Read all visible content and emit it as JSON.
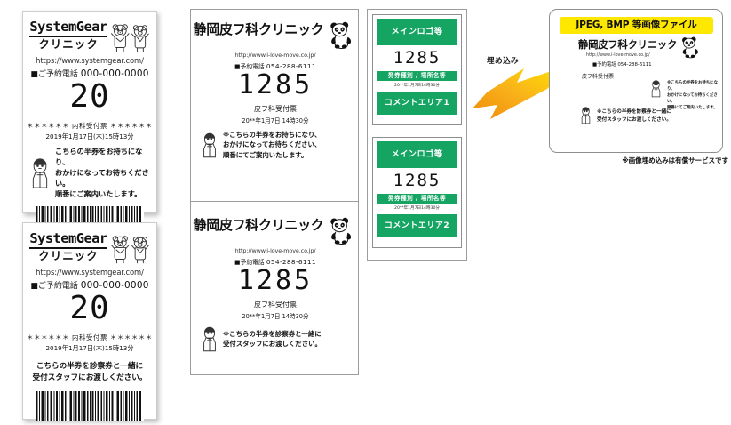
{
  "left_tickets": [
    {
      "brand": "SystemGear",
      "brand_sub": "クリニック",
      "url": "https://www.systemgear.com/",
      "tel_label": "■ご予約電話",
      "tel": "000-000-0000",
      "number": "20",
      "stars": "＊＊＊＊＊＊ 内科受付票 ＊＊＊＊＊＊",
      "datetime": "2019年1月17日(木)15時13分",
      "message": "こちらの半券をお持ちになり、\nおかけになってお待ちください。\n順番にご案内いたします。",
      "message_lines": [
        "こちらの半券をお持ちになり、",
        "おかけになってお待ちください。",
        "順番にご案内いたします。"
      ],
      "icon": "nurse-icon",
      "barcode": "barcode-image"
    },
    {
      "brand": "SystemGear",
      "brand_sub": "クリニック",
      "url": "https://www.systemgear.com/",
      "tel_label": "■ご予約電話",
      "tel": "000-000-0000",
      "number": "20",
      "stars": "＊＊＊＊＊＊ 内科受付票 ＊＊＊＊＊＊",
      "datetime": "2019年1月17日(木)15時13分",
      "message_lines": [
        "こちらの半券を診察券と一緒に",
        "受付スタッフにお渡しください。"
      ],
      "barcode": "barcode-image"
    }
  ],
  "clinic_tickets": [
    {
      "title": "静岡皮フ科クリニック",
      "url": "http://www.i-love-move.co.jp/",
      "tel_label": "■予約電話",
      "tel": "054-288-6111",
      "number": "1285",
      "kind": "皮フ科受付票",
      "datetime": "20**年1月7日 14時30分",
      "message_lines": [
        "※こちらの半券をお持ちになり、",
        "おかけになってお待ちください、",
        "順番にてご案内いたします。"
      ],
      "icon": "panda-icon"
    },
    {
      "title": "静岡皮フ科クリニック",
      "url": "http://www.i-love-move.co.jp/",
      "tel_label": "■予約電話",
      "tel": "054-288-6111",
      "number": "1285",
      "kind": "皮フ科受付票",
      "datetime": "20**年1月7日 14時30分",
      "message_lines": [
        "※こちらの半券を診察券と一緒に",
        "受付スタッフにお渡しください。"
      ],
      "icon": "panda-icon"
    }
  ],
  "templates": [
    {
      "logo_band": "メインロゴ等",
      "number": "1285",
      "kind_band": "発券種別 / 場所名等",
      "datetime": "20**年1月7日14時30分",
      "comment_band": "コメントエリア1"
    },
    {
      "logo_band": "メインロゴ等",
      "number": "1285",
      "kind_band": "発券種別 / 場所名等",
      "datetime": "20**年1月7日14時30分",
      "comment_band": "コメントエリア2"
    }
  ],
  "arrow": {
    "label": "埋め込み",
    "color_start": "#ffe800",
    "color_end": "#f08a0c",
    "direction": "left"
  },
  "right_panel": {
    "badge": "JPEG, BMP 等画像ファイル",
    "badge_bg": "#ffe800",
    "title": "静岡皮フ科クリニック",
    "url": "http://www.i-love-move.co.jp/",
    "tel_label": "■予約電話",
    "tel": "054-288-6111",
    "kind": "皮フ科受付票",
    "message_a_lines": [
      "※こちらの半券をお持ちになり、",
      "おかけになってお待ちください、",
      "順番にてご案内いたします。"
    ],
    "message_b_lines": [
      "※こちらの半券を診察券と一緒に",
      "受付スタッフにお渡しください。"
    ],
    "note": "※画像埋め込みは有償サービスです"
  },
  "colors": {
    "green": "#16a463",
    "yellow": "#ffe800",
    "orange": "#f08a0c",
    "border": "#9c9c9c"
  }
}
